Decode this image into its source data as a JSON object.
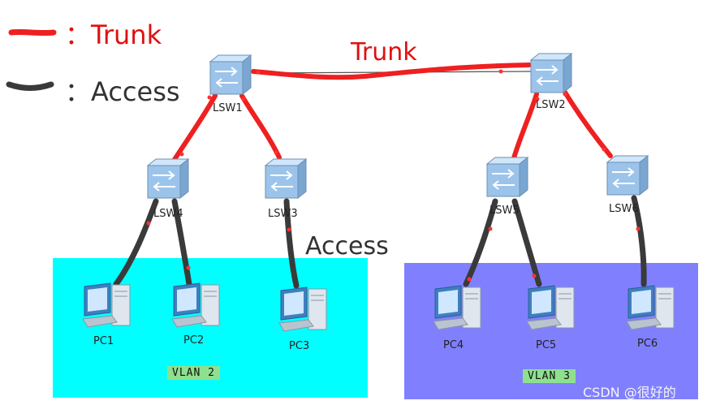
{
  "legend": {
    "trunk_label": "：Trunk",
    "access_label": "：Access"
  },
  "annotations": {
    "trunk": "Trunk",
    "access": "Access"
  },
  "vlans": [
    {
      "label": "VLAN 2",
      "color": "#00ffff"
    },
    {
      "label": "VLAN 3",
      "color": "#8080ff"
    }
  ],
  "switches": [
    {
      "label": "LSW1"
    },
    {
      "label": "LSW2"
    },
    {
      "label": "LSW4"
    },
    {
      "label": "LSW3"
    },
    {
      "label": "LSW5"
    },
    {
      "label": "LSW6"
    }
  ],
  "pcs": [
    {
      "label": "PC1"
    },
    {
      "label": "PC2"
    },
    {
      "label": "PC3"
    },
    {
      "label": "PC4"
    },
    {
      "label": "PC5"
    },
    {
      "label": "PC6"
    }
  ],
  "colors": {
    "trunk": "#ee2020",
    "access": "#3a3a3a",
    "port": "#ff3030"
  },
  "watermark": "CSDN @很好的"
}
